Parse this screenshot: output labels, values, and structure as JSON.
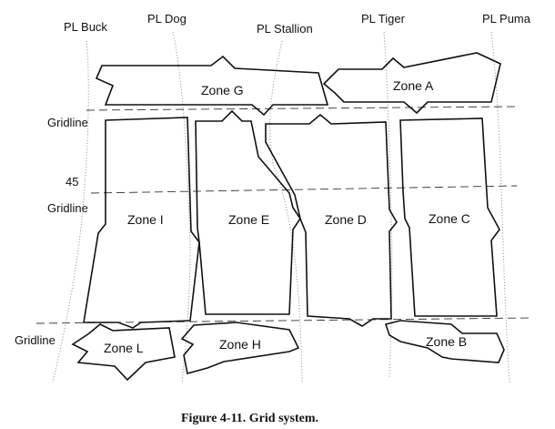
{
  "phase_lines": [
    "PL Buck",
    "PL Dog",
    "PL Stallion",
    "PL Tiger",
    "PL Puma"
  ],
  "gridlines": {
    "top": "Gridline",
    "middle_number": "45",
    "middle": "Gridline",
    "bottom": "Gridline"
  },
  "zones": {
    "g": "Zone G",
    "a": "Zone A",
    "i": "Zone I",
    "e": "Zone E",
    "d": "Zone D",
    "c": "Zone C",
    "l": "Zone L",
    "h": "Zone H",
    "b": "Zone B"
  },
  "caption": "Figure 4-11. Grid system."
}
